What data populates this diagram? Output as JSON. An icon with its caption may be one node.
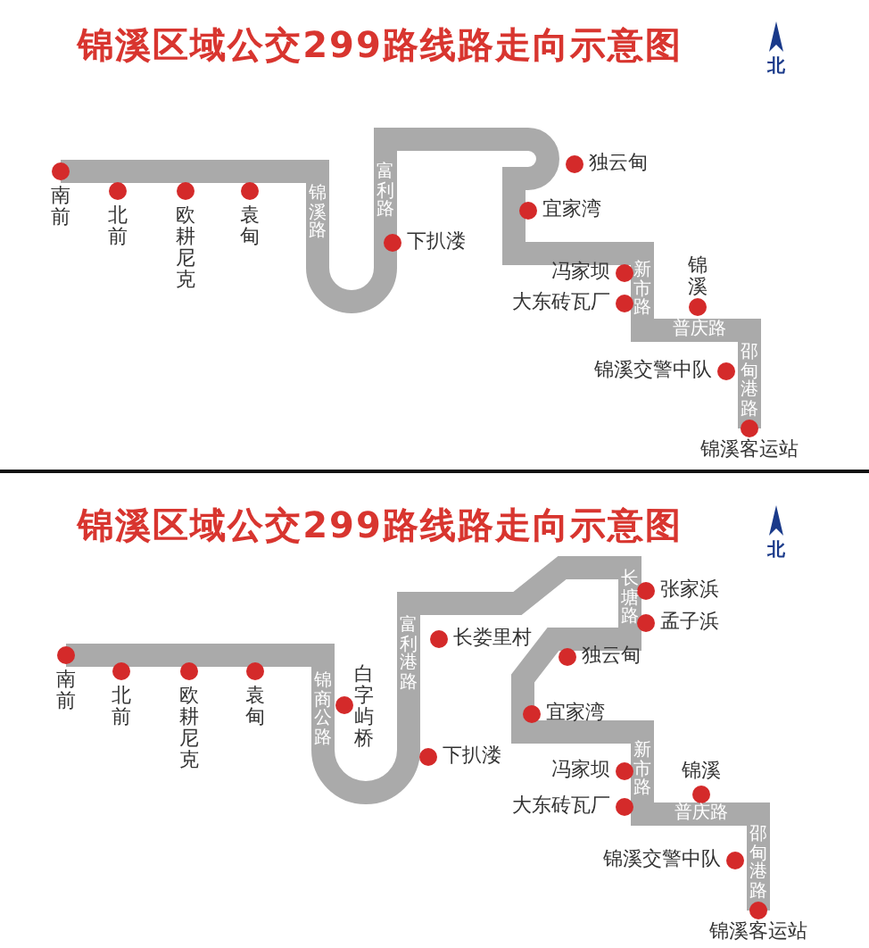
{
  "diagram": {
    "title": "锦溪区域公交299路线路走向示意图",
    "labels": [
      "北",
      "南前",
      "北前",
      "欧耕尼克",
      "袁甸",
      "锦溪路",
      "富利路",
      "独云甸",
      "宜家湾",
      "下扒溇",
      "冯家坝",
      "新市路",
      "锦溪",
      "大东砖瓦厂",
      "普庆路",
      "锦溪交警中队",
      "邵甸港路",
      "锦溪客运站",
      "锦溪区域公交299路线路走向示意图",
      "北",
      "南前",
      "北前",
      "欧耕尼克",
      "袁甸",
      "锦商公路",
      "白字屿桥",
      "富利港路",
      "长娄里村",
      "张家浜",
      "长塘路",
      "孟子浜",
      "独云甸",
      "宜家湾",
      "下扒溇",
      "冯家坝",
      "新市路",
      "锦溪",
      "大东砖瓦厂",
      "普庆路",
      "锦溪交警中队",
      "邵甸港路",
      "锦溪客运站"
    ]
  }
}
